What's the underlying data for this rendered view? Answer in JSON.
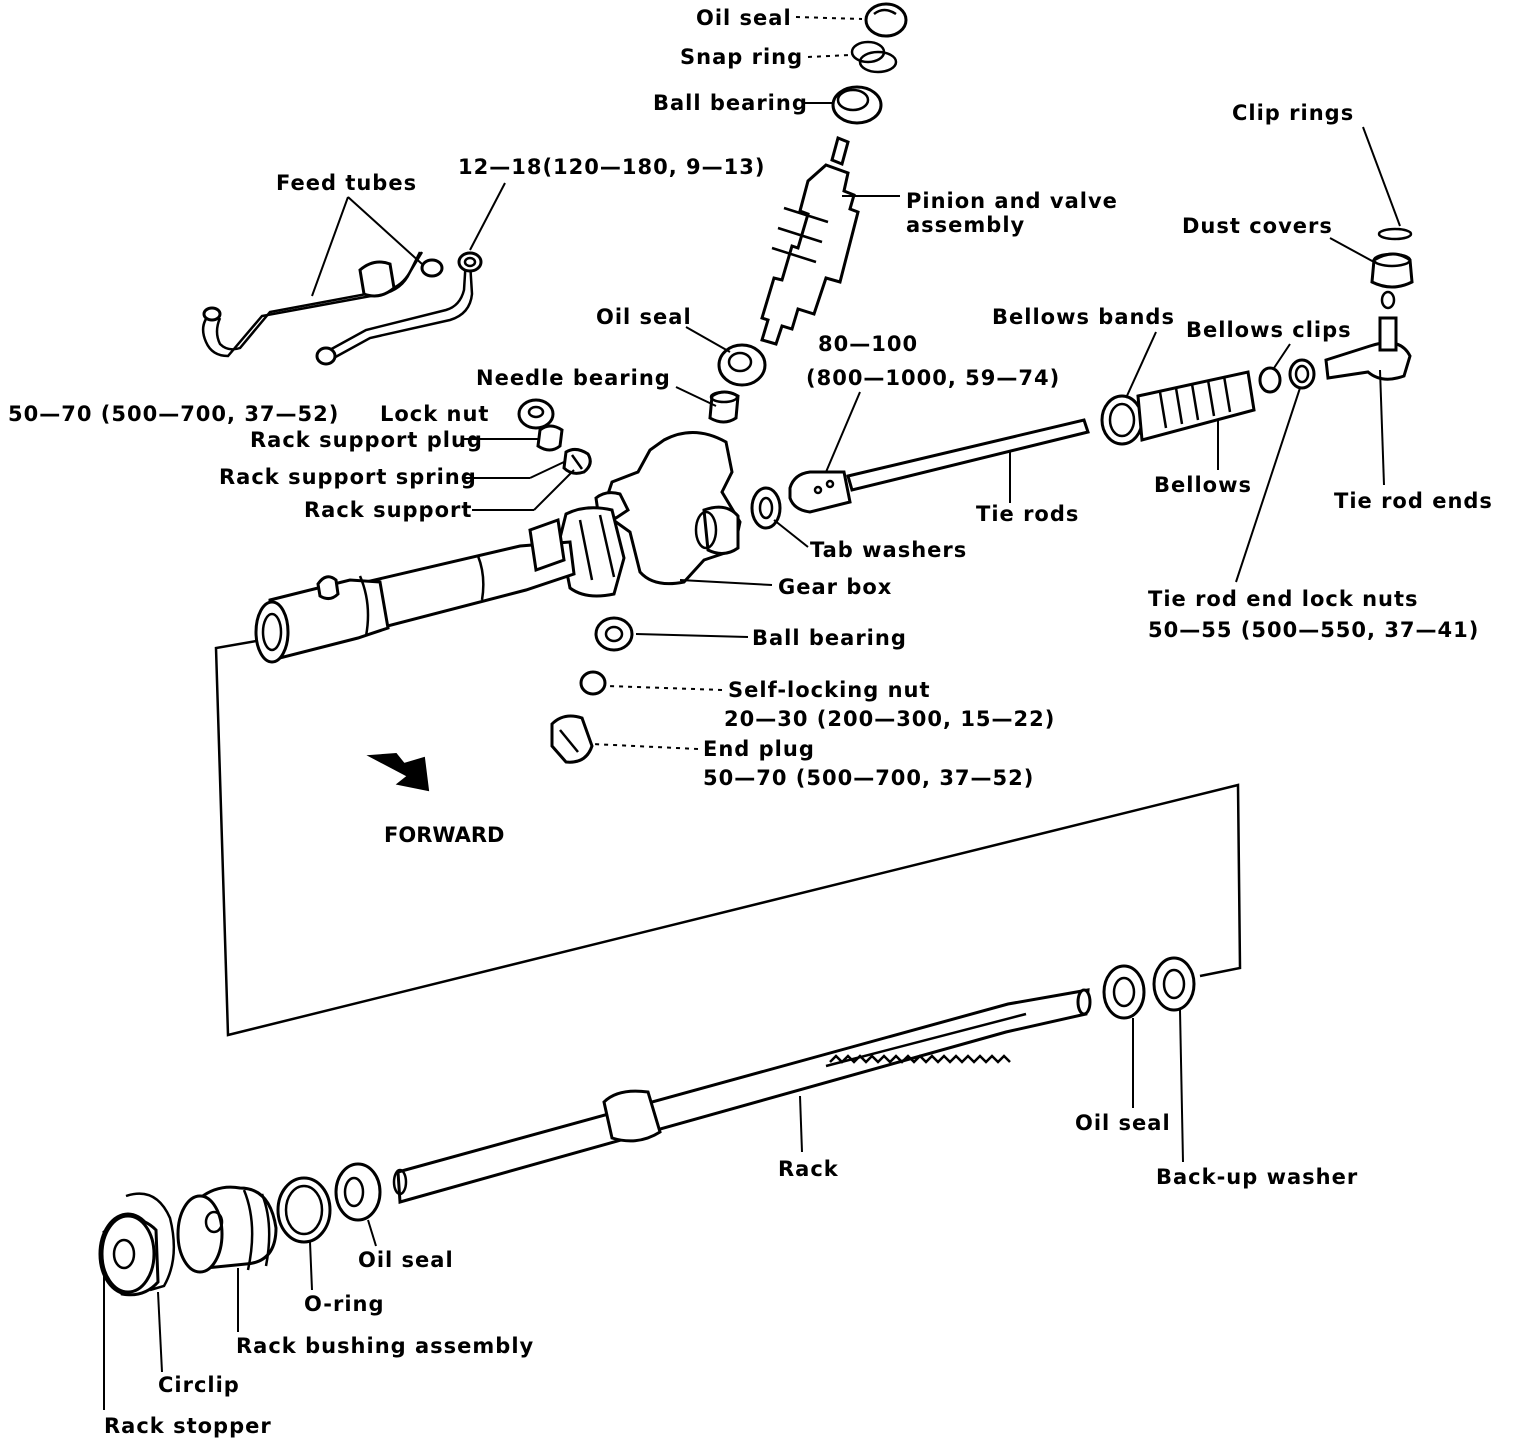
{
  "labels": {
    "oil_seal_top": "Oil seal",
    "snap_ring": "Snap ring",
    "ball_bearing_top": "Ball bearing",
    "feed_tubes": "Feed tubes",
    "feed_tubes_torque": "12—18(120—180, 9—13)",
    "pinion_valve_1": "Pinion and valve",
    "pinion_valve_2": "assembly",
    "clip_rings": "Clip rings",
    "dust_covers": "Dust covers",
    "oil_seal_mid": "Oil seal",
    "bellows_bands": "Bellows bands",
    "bellows_clips": "Bellows clips",
    "tie_rod_torque_1": "80—100",
    "tie_rod_torque_2": "(800—1000, 59—74)",
    "needle_bearing": "Needle bearing",
    "lock_nut_torque": "50—70 (500—700, 37—52)",
    "lock_nut": "Lock nut",
    "rack_support_plug": "Rack support plug",
    "rack_support_spring": "Rack support spring",
    "rack_support": "Rack support",
    "bellows": "Bellows",
    "tie_rods": "Tie rods",
    "tie_rod_ends": "Tie rod ends",
    "tab_washers": "Tab washers",
    "gear_box": "Gear box",
    "tie_rod_end_lock_nuts": "Tie rod end lock nuts",
    "tie_rod_end_lock_nuts_torque": "50—55 (500—550, 37—41)",
    "ball_bearing_bottom": "Ball bearing",
    "self_locking_nut": "Self-locking nut",
    "self_locking_nut_torque": "20—30 (200—300, 15—22)",
    "end_plug": "End plug",
    "end_plug_torque": "50—70 (500—700, 37—52)",
    "forward": "FORWARD",
    "oil_seal_right": "Oil seal",
    "back_up_washer": "Back-up washer",
    "rack": "Rack",
    "oil_seal_bottom": "Oil seal",
    "o_ring": "O-ring",
    "rack_bushing_assembly": "Rack bushing assembly",
    "circlip": "Circlip",
    "rack_stopper": "Rack stopper"
  }
}
